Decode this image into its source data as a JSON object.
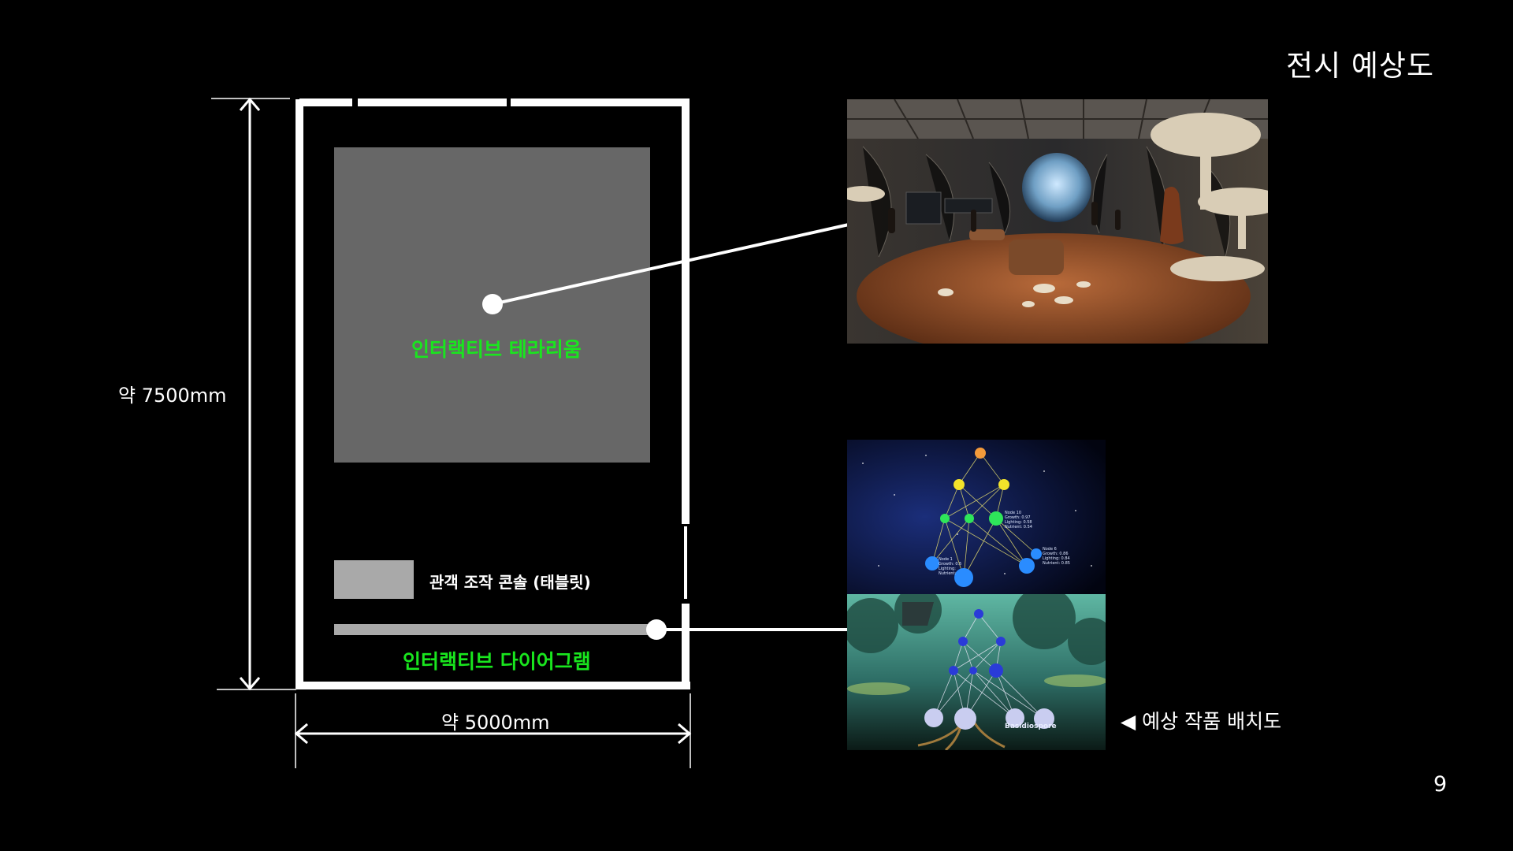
{
  "slide": {
    "title": "전시 예상도",
    "page_number": "9"
  },
  "floor_plan": {
    "height_label": "약 7500mm",
    "width_label": "약 5000mm",
    "terrarium_label": "인터랙티브 테라리움",
    "console_label": "관객 조작 콘솔 (태블릿)",
    "diagram_label": "인터랙티브 다이어그램"
  },
  "images": {
    "caption": "◀ 예상 작품 배치도",
    "diagram_top_text": [
      "Node 10",
      "Growth: 0.97",
      "Lighting: 0.58",
      "Nutrient: 0.54",
      "Node 1",
      "Growth: 0.5",
      "Lighting:",
      "Nutrient:",
      "Node 6",
      "Growth: 0.86",
      "Lighting: 0.84",
      "Nutrient: 0.85"
    ],
    "diagram_bottom_text": "Basidiospore"
  },
  "colors": {
    "accent_green": "#19e61e",
    "terrarium_fill": "#676767",
    "console_fill": "#a9a9a9"
  }
}
